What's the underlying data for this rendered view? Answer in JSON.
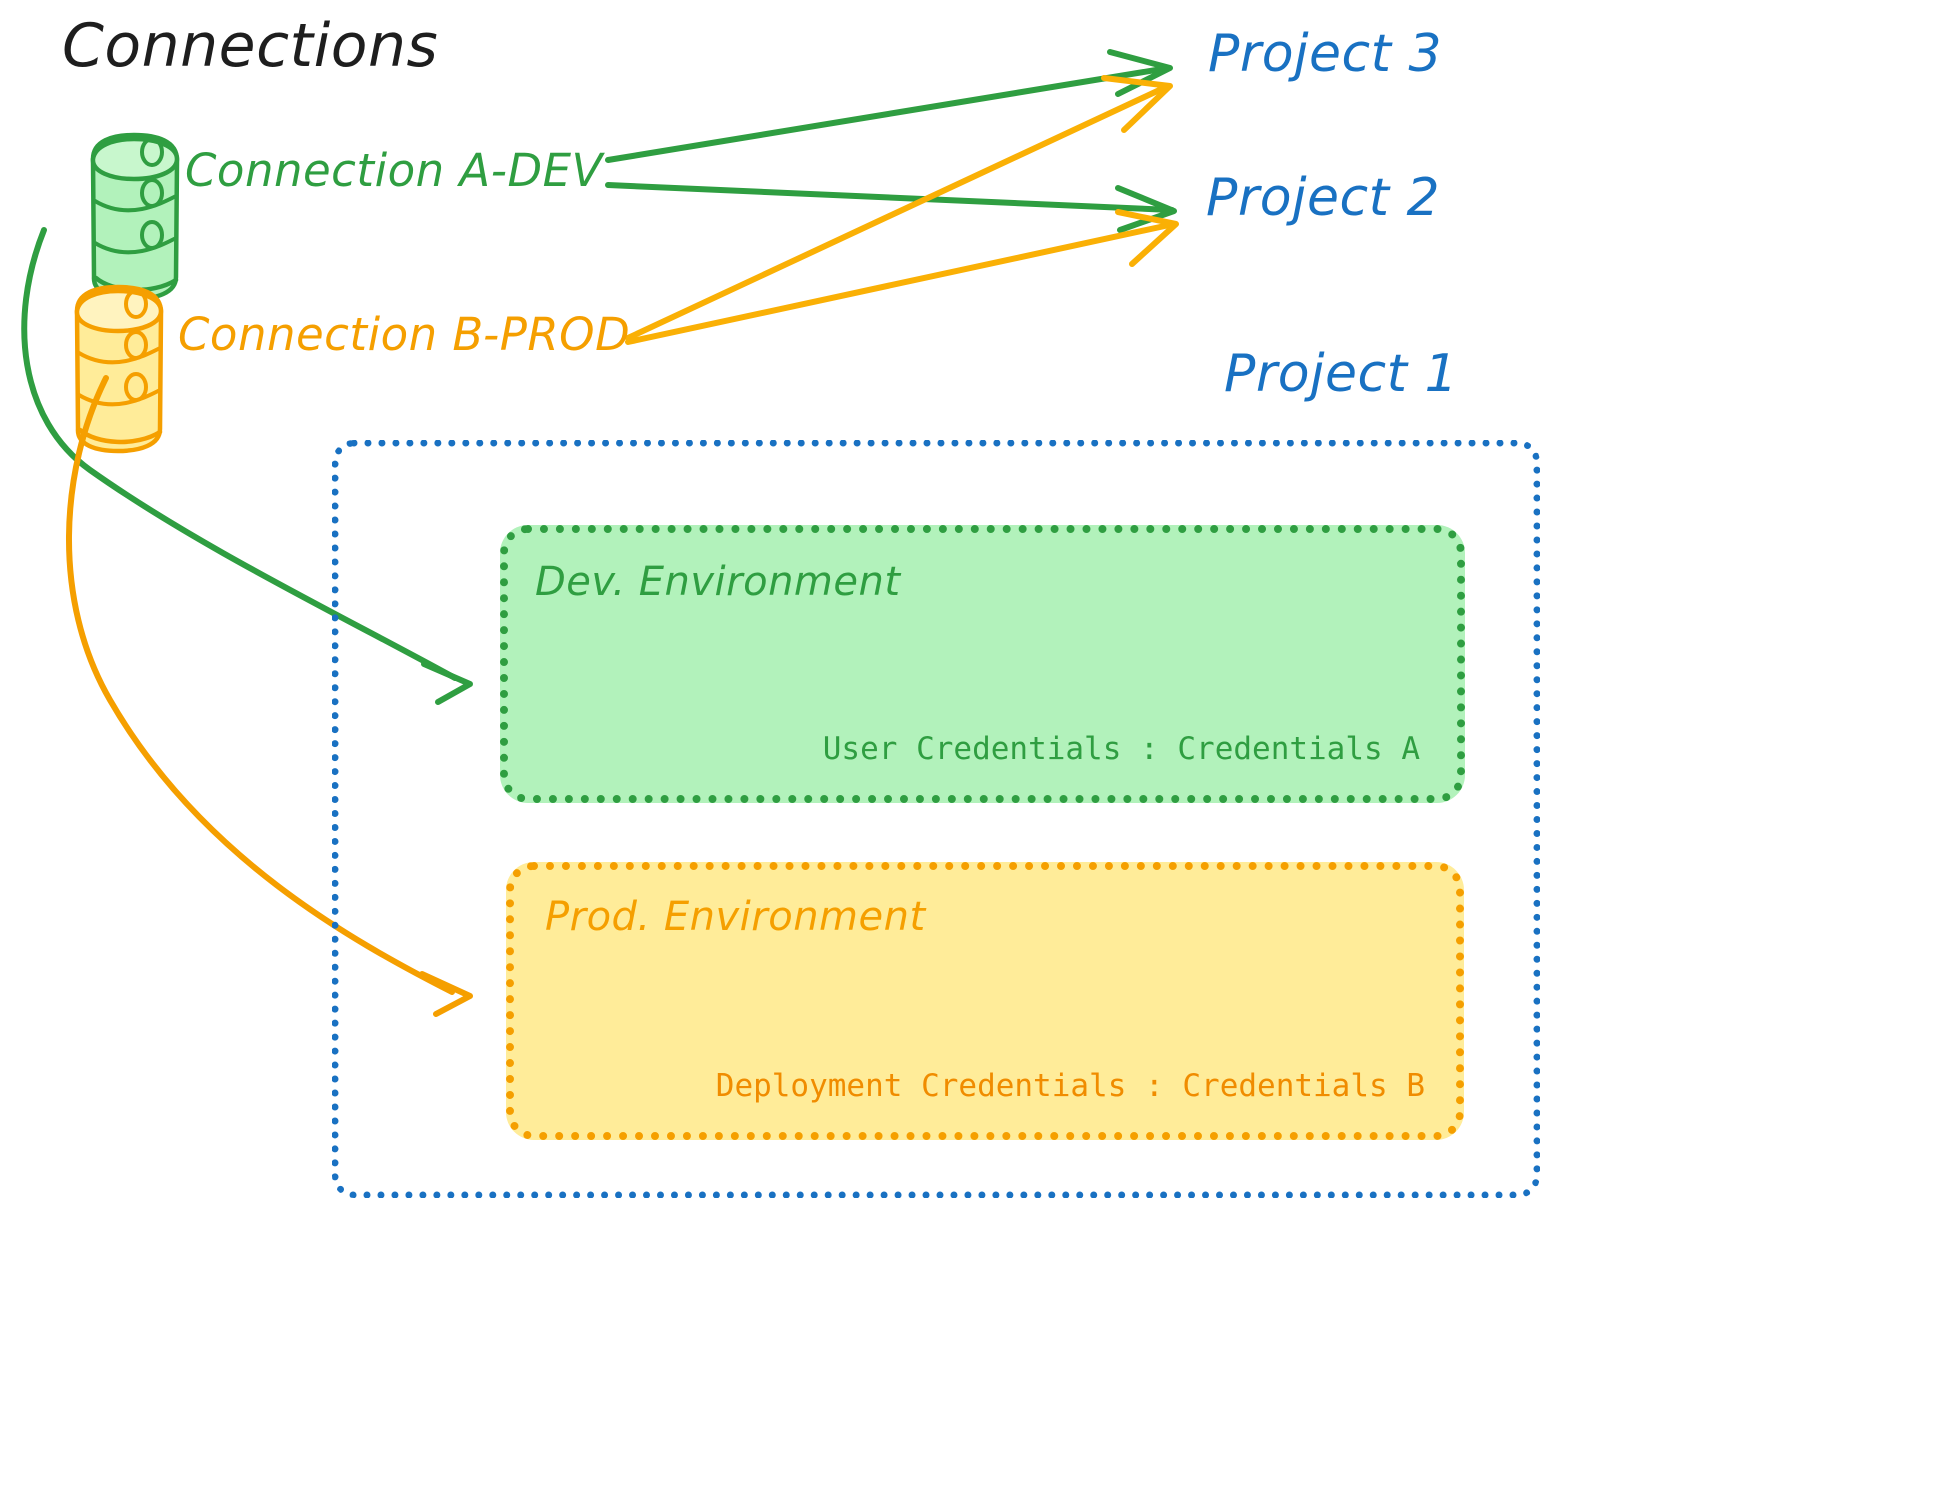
{
  "diagram": {
    "title": "Connections",
    "connections": [
      {
        "id": "connection-a",
        "label": "Connection A-DEV",
        "color": "#2f9e41",
        "fill": "#b2f2bb",
        "icon": "database-cylinder-icon"
      },
      {
        "id": "connection-b",
        "label": "Connection B-PROD",
        "color": "#f59f00",
        "fill": "#ffec99",
        "icon": "database-cylinder-icon"
      }
    ],
    "projects": [
      {
        "id": "project-3",
        "label": "Project 3",
        "color": "#1971c2"
      },
      {
        "id": "project-2",
        "label": "Project 2",
        "color": "#1971c2"
      },
      {
        "id": "project-1",
        "label": "Project 1",
        "color": "#1971c2"
      }
    ],
    "project1_container": {
      "border_color": "#1971c2",
      "border_style": "dotted"
    },
    "environments": [
      {
        "id": "dev-environment",
        "title": "Dev. Environment",
        "credentials_label": "User Credentials : Credentials A",
        "color": "#2f9e41",
        "fill": "#b2f2bb"
      },
      {
        "id": "prod-environment",
        "title": "Prod. Environment",
        "credentials_label": "Deployment Credentials : Credentials B",
        "color": "#f59f00",
        "fill": "#ffec99"
      }
    ],
    "edges": [
      {
        "from": "connection-a",
        "to": "project-3",
        "color": "#2f9e41",
        "style": "straight-arrow"
      },
      {
        "from": "connection-a",
        "to": "project-2",
        "color": "#2f9e41",
        "style": "straight-arrow"
      },
      {
        "from": "connection-b",
        "to": "project-3",
        "color": "#fab005",
        "style": "straight-arrow"
      },
      {
        "from": "connection-b",
        "to": "project-2",
        "color": "#fab005",
        "style": "straight-arrow"
      },
      {
        "from": "connection-a",
        "to": "dev-environment",
        "color": "#2f9e41",
        "style": "curved-arrow"
      },
      {
        "from": "connection-b",
        "to": "prod-environment",
        "color": "#f59f00",
        "style": "curved-arrow"
      }
    ]
  }
}
